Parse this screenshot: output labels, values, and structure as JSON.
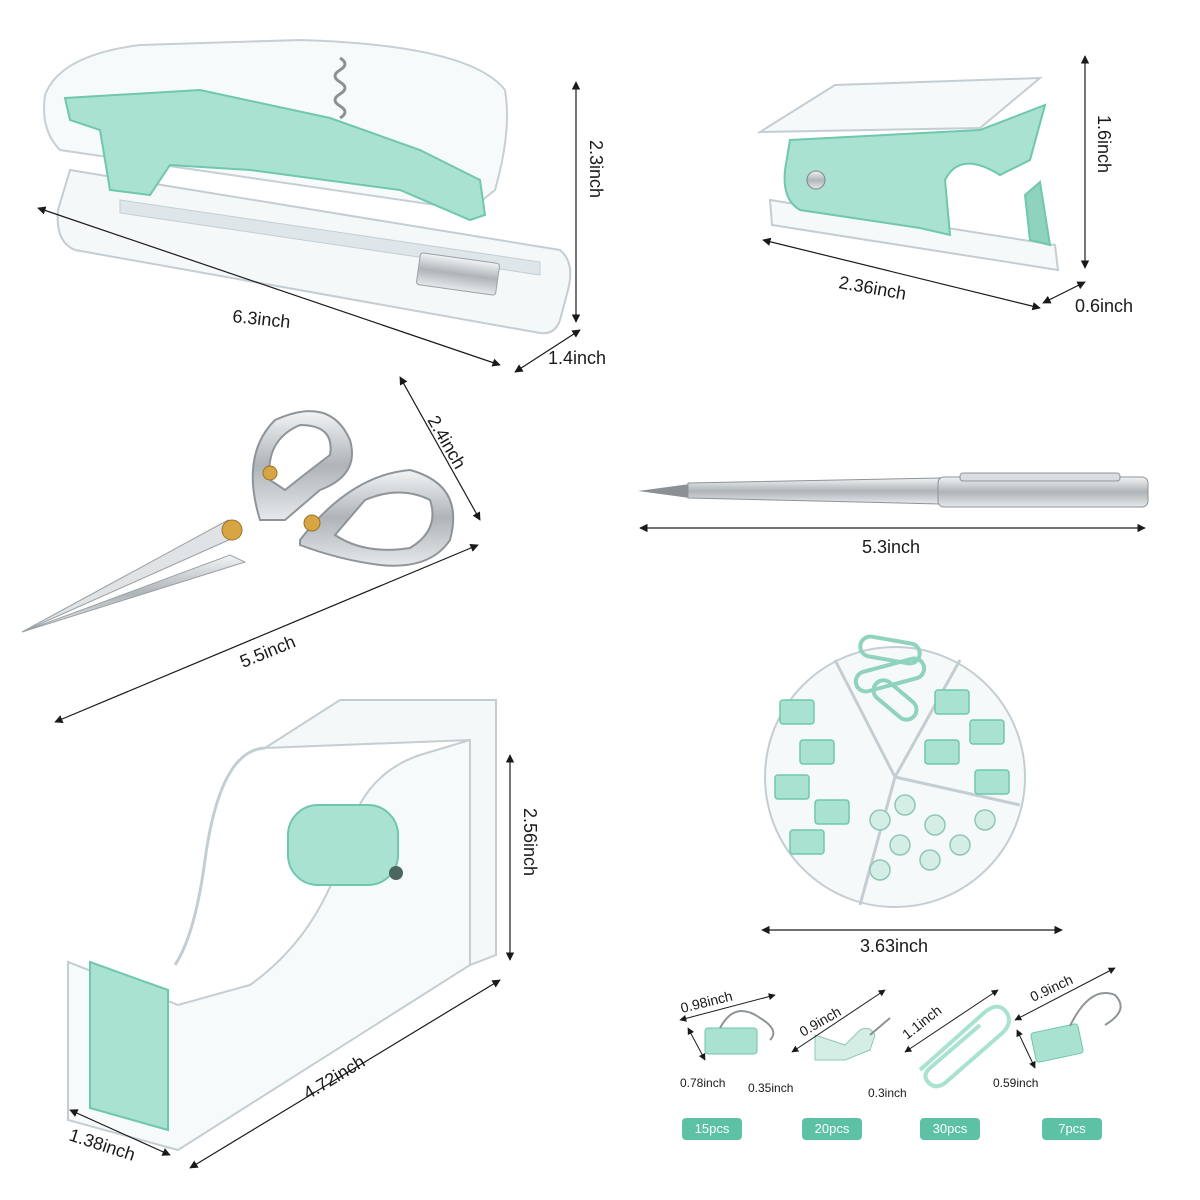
{
  "colors": {
    "mint": "#a9e2d1",
    "mint_dark": "#6fc7ae",
    "acrylic_edge": "#c9d3d6",
    "metal": "#b9bec2",
    "badge": "#5cc1a5"
  },
  "items": {
    "stapler": {
      "length": "6.3inch",
      "height": "2.3inch",
      "width": "1.4inch"
    },
    "staple_remover": {
      "length": "2.36inch",
      "height": "1.6inch",
      "width": "0.6inch"
    },
    "scissors": {
      "length": "5.5inch",
      "handle": "2.4inch"
    },
    "pen": {
      "length": "5.3inch"
    },
    "tape_dispenser": {
      "length": "4.72inch",
      "height": "2.56inch",
      "width": "1.38inch"
    },
    "clip_box": {
      "diameter": "3.63inch"
    }
  },
  "accessories": [
    {
      "name": "binder clip large",
      "dim_a": "0.98inch",
      "dim_b": "0.78inch",
      "count": "15pcs"
    },
    {
      "name": "push pin",
      "dim_a": "0.9inch",
      "dim_b": "0.35inch",
      "count": "20pcs"
    },
    {
      "name": "paper clip",
      "dim_a": "1.1inch",
      "dim_b": "0.3inch",
      "count": "30pcs"
    },
    {
      "name": "binder clip small",
      "dim_a": "0.9inch",
      "dim_b": "0.59inch",
      "count": "7pcs"
    }
  ]
}
